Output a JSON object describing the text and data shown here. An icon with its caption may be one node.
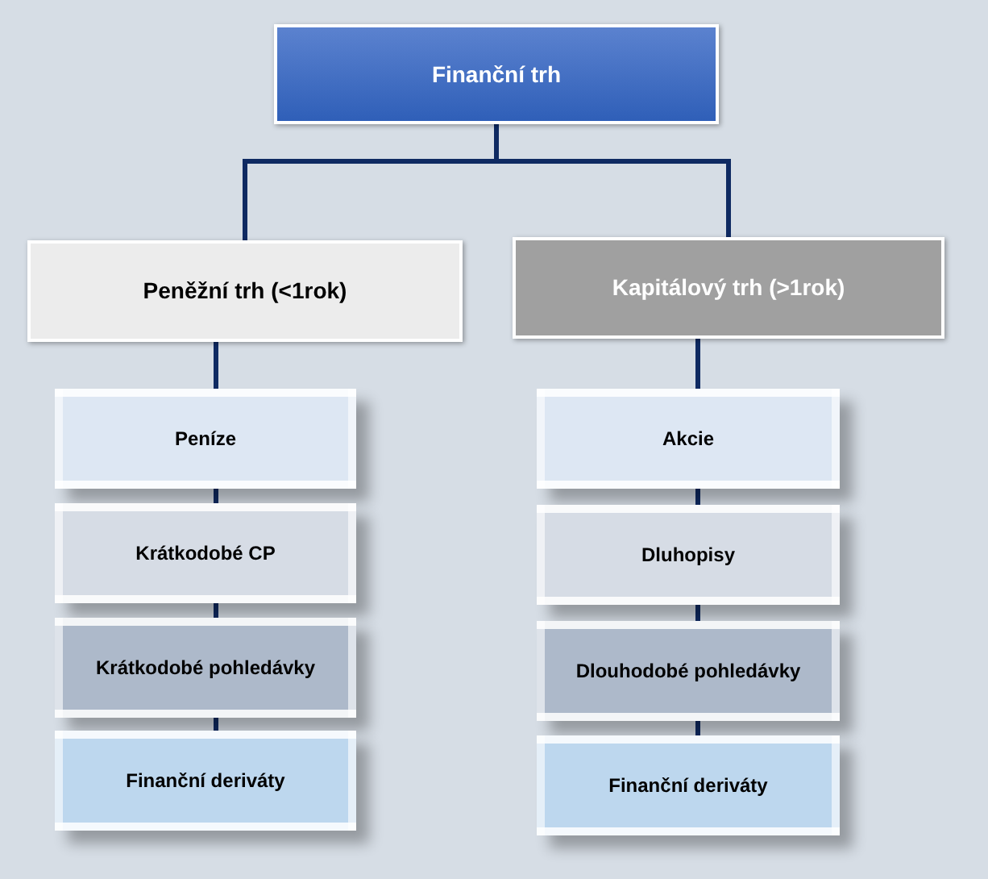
{
  "diagram": {
    "nodes": [
      {
        "text": [
          "Finanční trh"
        ]
      },
      {
        "text": [
          "Peněžní trh (<1rok)"
        ]
      },
      {
        "text": [
          "Kapitálový trh (>1rok)"
        ]
      },
      {
        "text": [
          "Peníze"
        ]
      },
      {
        "text": [
          "Krátkodobé CP"
        ]
      },
      {
        "text": [
          "Krátkodobé pohledávky"
        ]
      },
      {
        "text": [
          "Finanční deriváty"
        ]
      },
      {
        "text": [
          "Akcie"
        ]
      },
      {
        "text": [
          "Dluhopisy"
        ]
      },
      {
        "text": [
          "Dlouhodobé pohledávky"
        ]
      },
      {
        "text": [
          "Finanční deriváty"
        ]
      }
    ],
    "edges": [
      {
        "from": 0,
        "to": 1,
        "arrow": "none"
      },
      {
        "from": 0,
        "to": 2,
        "arrow": "none"
      },
      {
        "from": 1,
        "to": 3,
        "arrow": "none"
      },
      {
        "from": 3,
        "to": 4,
        "arrow": "none"
      },
      {
        "from": 4,
        "to": 5,
        "arrow": "none"
      },
      {
        "from": 5,
        "to": 6,
        "arrow": "none"
      },
      {
        "from": 2,
        "to": 7,
        "arrow": "none"
      },
      {
        "from": 7,
        "to": 8,
        "arrow": "none"
      },
      {
        "from": 8,
        "to": 9,
        "arrow": "none"
      },
      {
        "from": 9,
        "to": 10,
        "arrow": "none"
      }
    ]
  }
}
